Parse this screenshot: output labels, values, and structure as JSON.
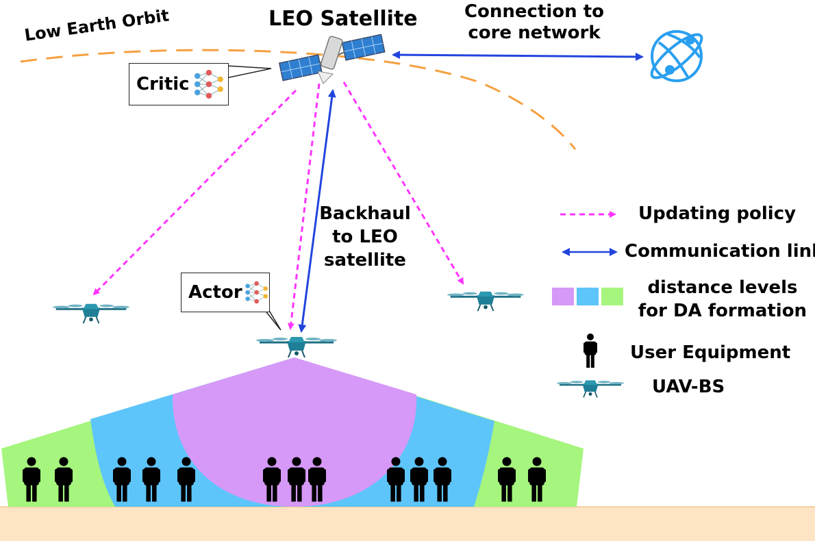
{
  "orbit_label": "Low Earth Orbit",
  "satellite_label": "LEO Satellite",
  "core_connection": [
    "Connection to",
    "core network"
  ],
  "critic_label": "Critic",
  "actor_label": "Actor",
  "backhaul_label": [
    "Backhaul",
    "to LEO",
    "satellite"
  ],
  "legend": {
    "updating_policy": "Updating policy",
    "communication_link": "Communication link",
    "distance_levels": [
      "distance levels",
      "for DA formation"
    ],
    "user_equipment": "User Equipment",
    "uav_bs": "UAV-BS"
  },
  "colors": {
    "policy_arrow": "#ff33ff",
    "comm_link": "#2244dd",
    "orbit": "#f5a040",
    "level_near": "#d699f7",
    "level_mid": "#5ec5fa",
    "level_far": "#a6f57e",
    "ground": "#fce4c4",
    "uav_body": "#1f7f96",
    "globe": "#2a9ff0"
  },
  "icons": [
    "satellite-icon",
    "globe-icon",
    "neural-network-icon",
    "uav-icon",
    "user-equipment-icon"
  ]
}
